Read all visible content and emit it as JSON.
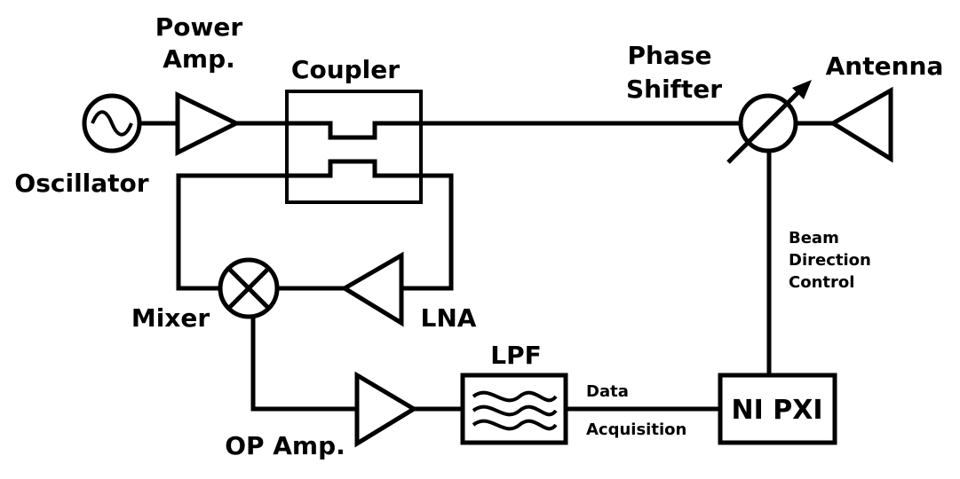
{
  "labels": {
    "power_amp_line1": "Power",
    "power_amp_line2": "Amp.",
    "coupler": "Coupler",
    "phase_shifter_line1": "Phase",
    "phase_shifter_line2": "Shifter",
    "antenna": "Antenna",
    "oscillator": "Oscillator",
    "beam_line1": "Beam",
    "beam_line2": "Direction",
    "beam_line3": "Control",
    "mixer": "Mixer",
    "lna": "LNA",
    "lpf": "LPF",
    "data_line1": "Data",
    "data_line2": "Acquisition",
    "op_amp": "OP Amp.",
    "ni_pxi": "NI PXI"
  },
  "icons": {
    "oscillator": "sine-source-icon",
    "power_amp": "amplifier-triangle-icon",
    "coupler": "directional-coupler-icon",
    "phase_shifter": "phase-shifter-icon",
    "antenna": "antenna-icon",
    "mixer": "mixer-icon",
    "lna": "amplifier-triangle-icon",
    "op_amp": "amplifier-triangle-icon",
    "lpf": "low-pass-filter-icon"
  }
}
